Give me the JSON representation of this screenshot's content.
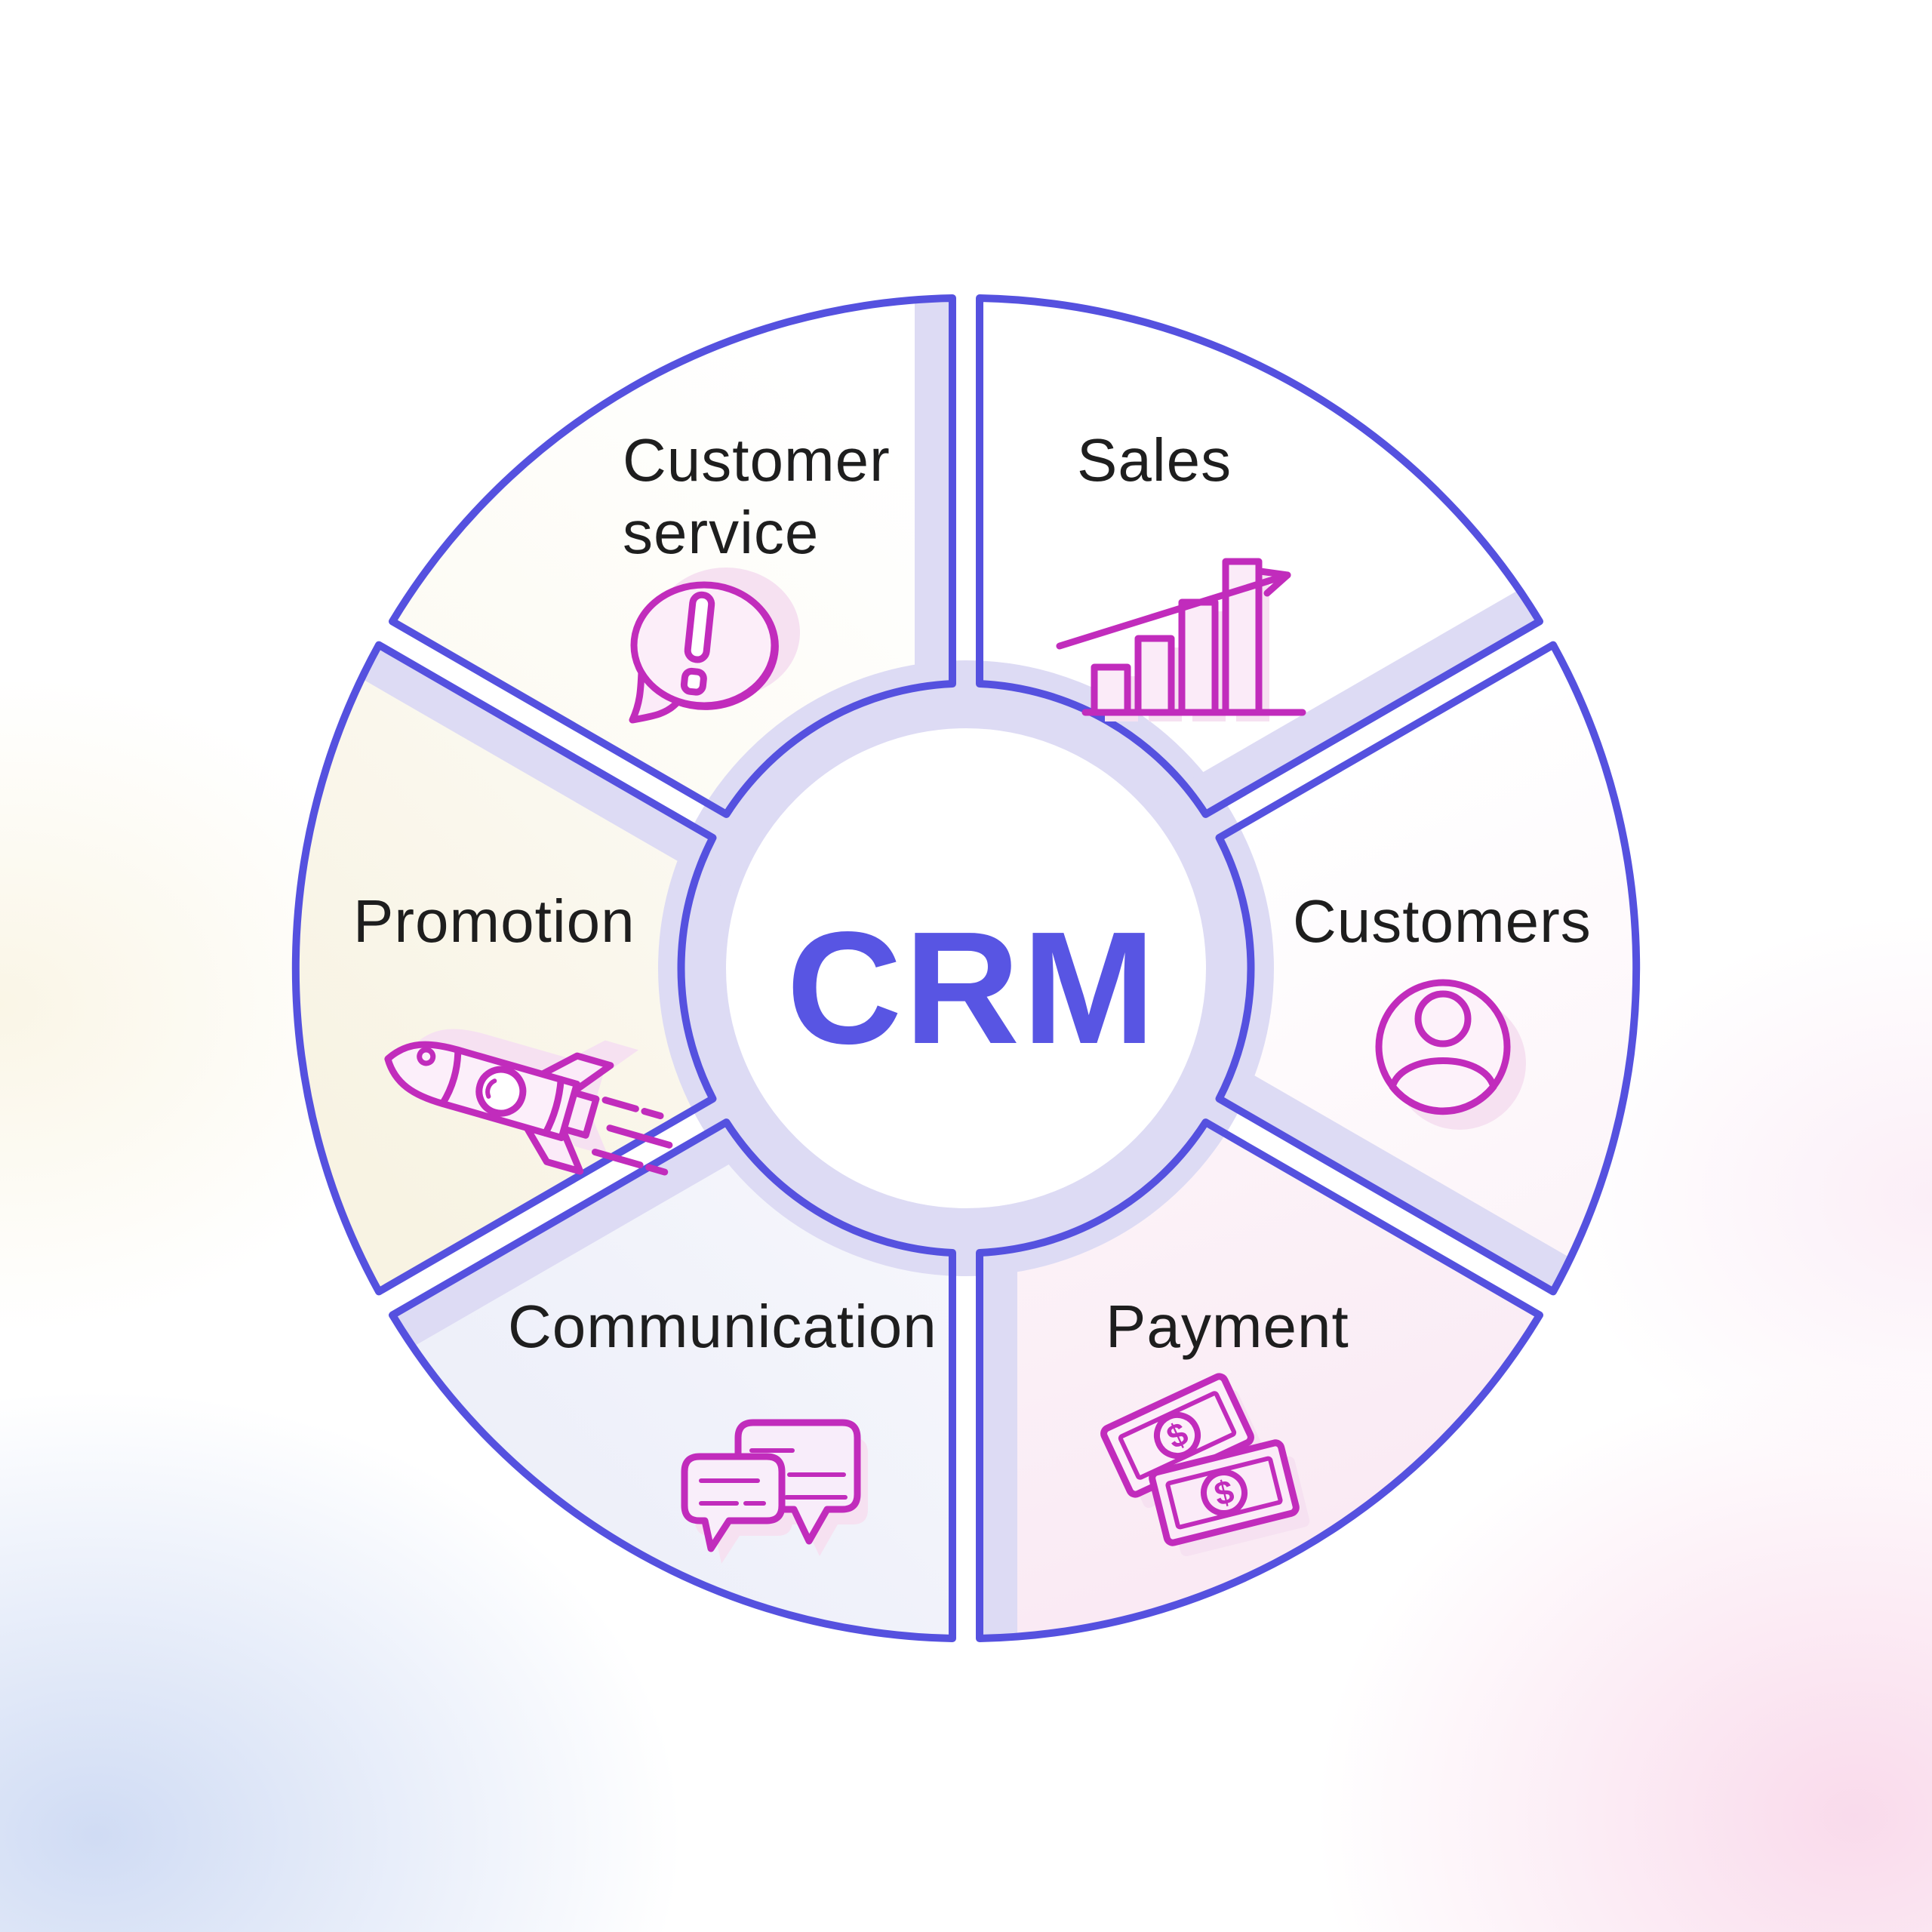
{
  "title": {
    "text": "CRM"
  },
  "colors": {
    "accent_purple": "#5551DF",
    "title_purple": "#5855E3",
    "icon_magenta": "#C12CBC",
    "icon_fill_pink": "#FBEBF8",
    "icon_shadow_pink": "#F6E1F1",
    "lavender_band": "#DDDBF4",
    "label_ink": "#1E1E1E"
  },
  "segments": [
    {
      "id": "customer-service",
      "label_lines": [
        "Customer",
        "service"
      ],
      "icon": "speech-bubble-exclamation-icon"
    },
    {
      "id": "sales",
      "label_lines": [
        "Sales"
      ],
      "icon": "growth-bar-chart-icon"
    },
    {
      "id": "customers",
      "label_lines": [
        "Customers"
      ],
      "icon": "user-avatar-icon"
    },
    {
      "id": "payment",
      "label_lines": [
        "Payment"
      ],
      "icon": "money-bills-icon",
      "currency_symbol": "$"
    },
    {
      "id": "communication",
      "label_lines": [
        "Communication"
      ],
      "icon": "chat-bubbles-icon"
    },
    {
      "id": "promotion",
      "label_lines": [
        "Promotion"
      ],
      "icon": "rocket-icon"
    }
  ]
}
